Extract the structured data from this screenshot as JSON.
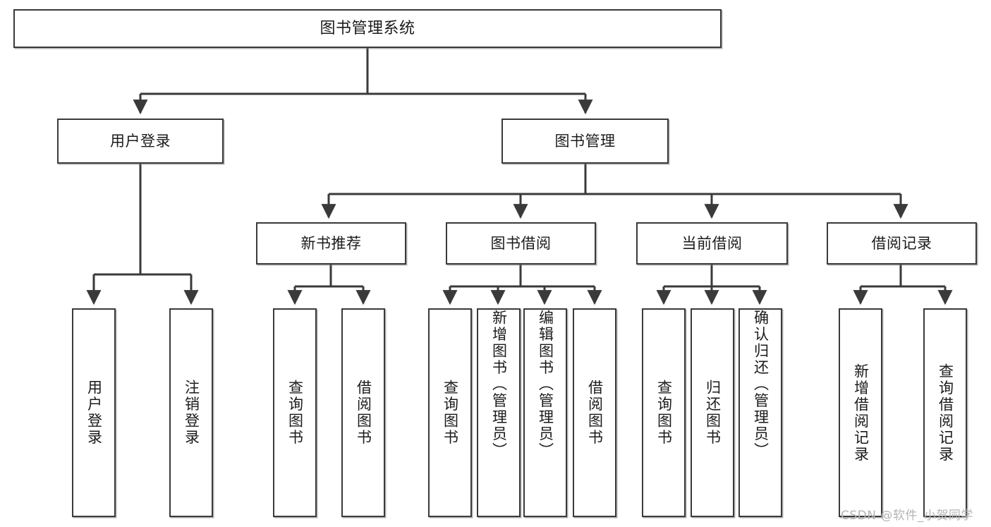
{
  "diagram": {
    "title": "图书管理系统",
    "type": "tree-hierarchy-chart",
    "orientation": "top-down",
    "line_color": "#3a3a3a",
    "box_fill": "#ffffff",
    "text_color": "#1b1b1b"
  },
  "nodes": {
    "root": {
      "label": "图书管理系统"
    },
    "level2": [
      {
        "label": "用户登录"
      },
      {
        "label": "图书管理"
      }
    ],
    "level3": [
      {
        "label": "新书推荐"
      },
      {
        "label": "图书借阅"
      },
      {
        "label": "当前借阅"
      },
      {
        "label": "借阅记录"
      }
    ],
    "leaves": {
      "user_login": [
        {
          "label": "用户登录"
        },
        {
          "label": "注销登录"
        }
      ],
      "new_book_recommend": [
        {
          "label": "查询图书"
        },
        {
          "label": "借阅图书"
        }
      ],
      "book_borrow": [
        {
          "label": "查询图书"
        },
        {
          "label": "新增图书（管理员）"
        },
        {
          "label": "编辑图书（管理员）"
        },
        {
          "label": "借阅图书"
        }
      ],
      "current_borrow": [
        {
          "label": "查询图书"
        },
        {
          "label": "归还图书"
        },
        {
          "label": "确认归还（管理员）"
        }
      ],
      "borrow_record": [
        {
          "label": "新增借阅记录"
        },
        {
          "label": "查询借阅记录"
        }
      ]
    }
  },
  "watermark": {
    "text": "CSDN @软件_小贺同学"
  }
}
